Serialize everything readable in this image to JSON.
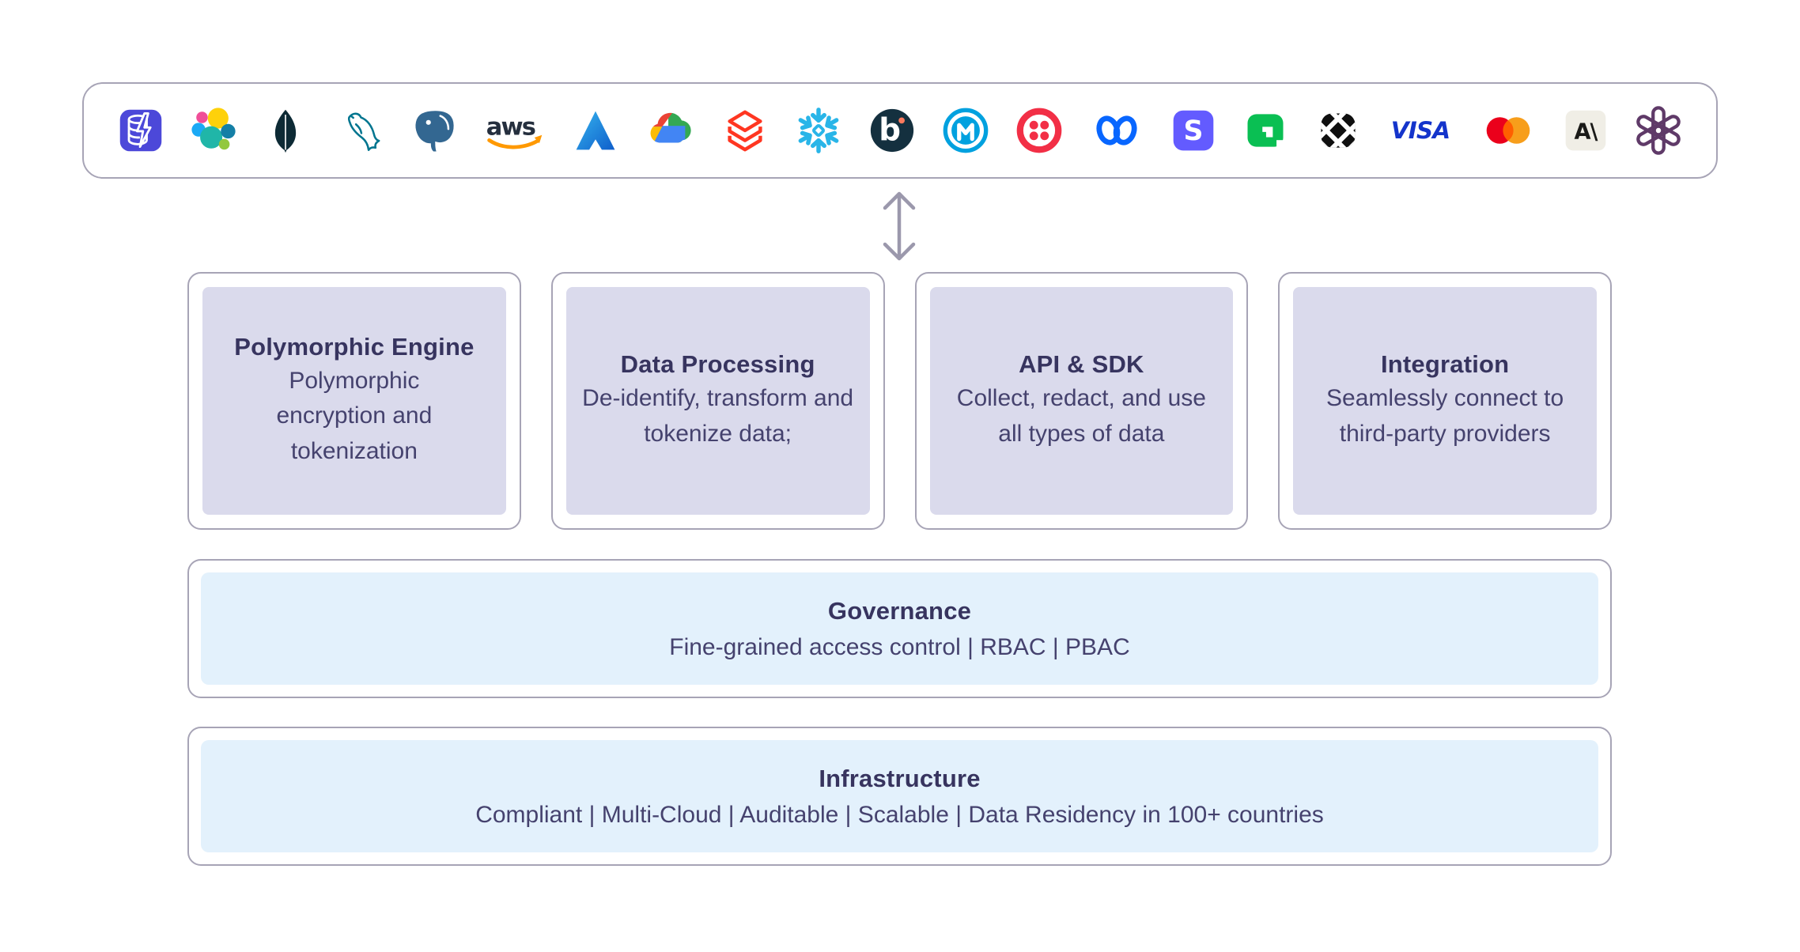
{
  "theme": {
    "background": "#ffffff",
    "border": "#a7a4b6",
    "cardFill": "#dadaec",
    "barFill": "#e3f1fc",
    "titleText": "#37345f",
    "bodyText": "#45426e",
    "arrow": "#9b98ac"
  },
  "logo_bar": {
    "logos": [
      {
        "name": "database",
        "label": "Database"
      },
      {
        "name": "elastic",
        "label": "Elastic"
      },
      {
        "name": "mongodb",
        "label": "MongoDB"
      },
      {
        "name": "mysql",
        "label": "MySQL"
      },
      {
        "name": "postgresql",
        "label": "PostgreSQL"
      },
      {
        "name": "aws",
        "label": "AWS"
      },
      {
        "name": "azure",
        "label": "Microsoft Azure"
      },
      {
        "name": "google-cloud",
        "label": "Google Cloud"
      },
      {
        "name": "databricks",
        "label": "Databricks"
      },
      {
        "name": "snowflake",
        "label": "Snowflake"
      },
      {
        "name": "braze",
        "label": "Braze"
      },
      {
        "name": "mulesoft",
        "label": "MuleSoft"
      },
      {
        "name": "twilio",
        "label": "Twilio"
      },
      {
        "name": "meta",
        "label": "Meta"
      },
      {
        "name": "stripe",
        "label": "Stripe"
      },
      {
        "name": "adyen",
        "label": "Adyen"
      },
      {
        "name": "plaid",
        "label": "Plaid"
      },
      {
        "name": "visa",
        "label": "Visa"
      },
      {
        "name": "mastercard",
        "label": "Mastercard"
      },
      {
        "name": "anthropic",
        "label": "Anthropic"
      },
      {
        "name": "openai",
        "label": "OpenAI"
      }
    ]
  },
  "arrow": {
    "icon": "bidirectional-vertical-arrow"
  },
  "cards": [
    {
      "title": "Polymorphic Engine",
      "description": "Polymorphic encryption and tokenization"
    },
    {
      "title": "Data Processing",
      "description": "De-identify, transform and tokenize data;"
    },
    {
      "title": "API & SDK",
      "description": "Collect, redact, and use all types of data"
    },
    {
      "title": "Integration",
      "description": "Seamlessly connect to third-party providers"
    }
  ],
  "bands": [
    {
      "title": "Governance",
      "description": "Fine-grained access control | RBAC | PBAC"
    },
    {
      "title": "Infrastructure",
      "description": "Compliant | Multi-Cloud | Auditable | Scalable  | Data Residency in 100+ countries"
    }
  ]
}
